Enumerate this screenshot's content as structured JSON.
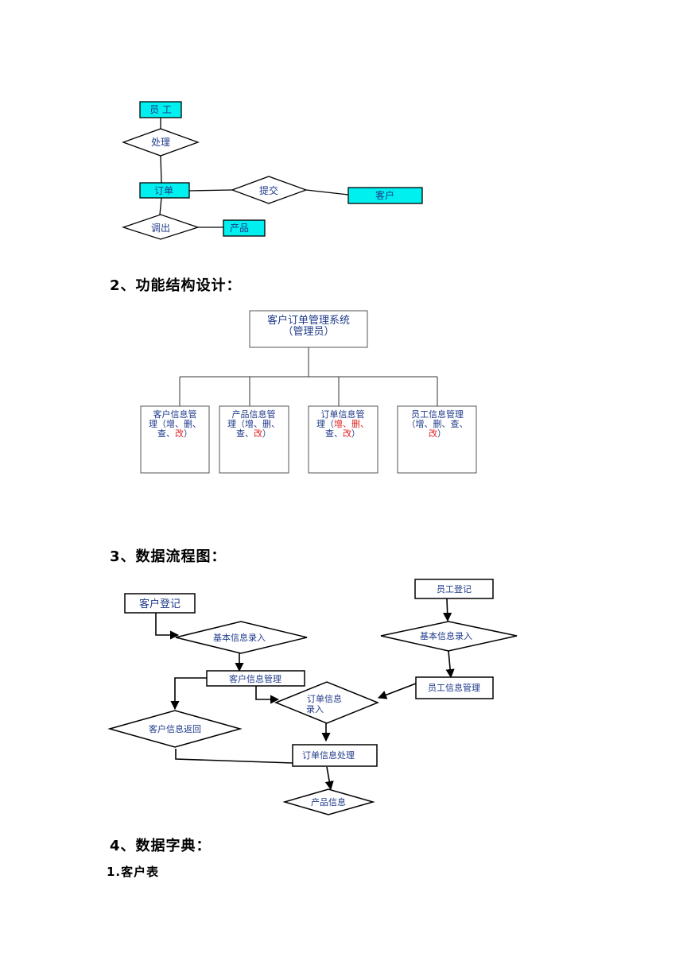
{
  "er_diagram": {
    "entities": {
      "employee": "员 工",
      "order": "订单",
      "customer": "客户",
      "product": "产品"
    },
    "relations": {
      "handle": "处理",
      "submit": "提交",
      "dispatch": "调出"
    },
    "colors": {
      "entity_fill": "#00f0f0",
      "text": "#1f3a8a"
    }
  },
  "section2": {
    "heading": "2、功能结构设计：",
    "root": {
      "line1": "客户订单管理系统",
      "line2": "（管理员）"
    },
    "modules": [
      {
        "line1": "客户信息管",
        "line2a": "理（增、删、",
        "line3a": "查、",
        "line3b": "改",
        "line3c": "）"
      },
      {
        "line1": "产品信息管",
        "line2a": "理（增、删、",
        "line3a": "查、",
        "line3b": "改",
        "line3c": "）"
      },
      {
        "line1": "订单信息管",
        "line2a": "理（",
        "line2b": "增、删、",
        "line3a": "查、",
        "line3b": "改",
        "line3c": "）"
      },
      {
        "line1": "员工信息管理",
        "line2a": "（增、删、查、",
        "line3b": "改",
        "line3c": "）"
      }
    ],
    "colors": {
      "highlight": "#e02020"
    }
  },
  "section3": {
    "heading": "3、数据流程图：",
    "nodes": {
      "customer_register": "客户登记",
      "basic_info_left": "基本信息录入",
      "customer_info_mgmt": "客户信息管理",
      "customer_info_return": "客户信息返回",
      "order_info_entry_l1": "订单信息",
      "order_info_entry_l2": "录入",
      "order_info_process": "订单信息处理",
      "product_info": "产品信息",
      "employee_register": "员工登记",
      "basic_info_right": "基本信息录入",
      "employee_info_mgmt": "员工信息管理"
    }
  },
  "section4": {
    "heading": "4、数据字典：",
    "table1_title": "1.客户表"
  }
}
